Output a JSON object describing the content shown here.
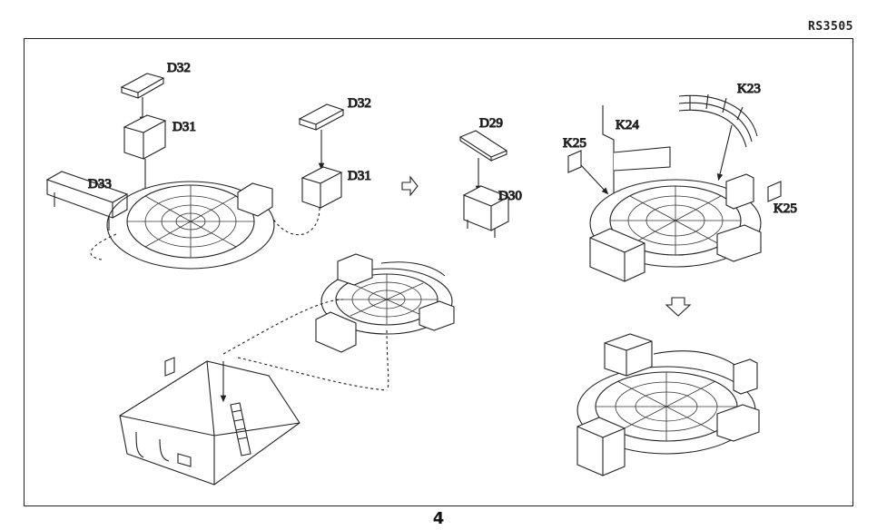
{
  "header": {
    "model_code": "RS3505"
  },
  "footer": {
    "page_number": "4"
  },
  "labels": {
    "step1": {
      "cover": "D32",
      "box": "D31",
      "bench": "D33"
    },
    "step2": {
      "cover": "D32",
      "box": "D31"
    },
    "step3": {
      "plate": "D29",
      "box": "D30"
    },
    "step4": {
      "rail": "K23",
      "pole": "K24",
      "plate_left": "K25",
      "plate_right": "K25"
    }
  },
  "icons": [
    "arrow-right-icon",
    "arrow-down-icon"
  ],
  "colors": {
    "line": "#222222",
    "paper": "#ffffff"
  }
}
